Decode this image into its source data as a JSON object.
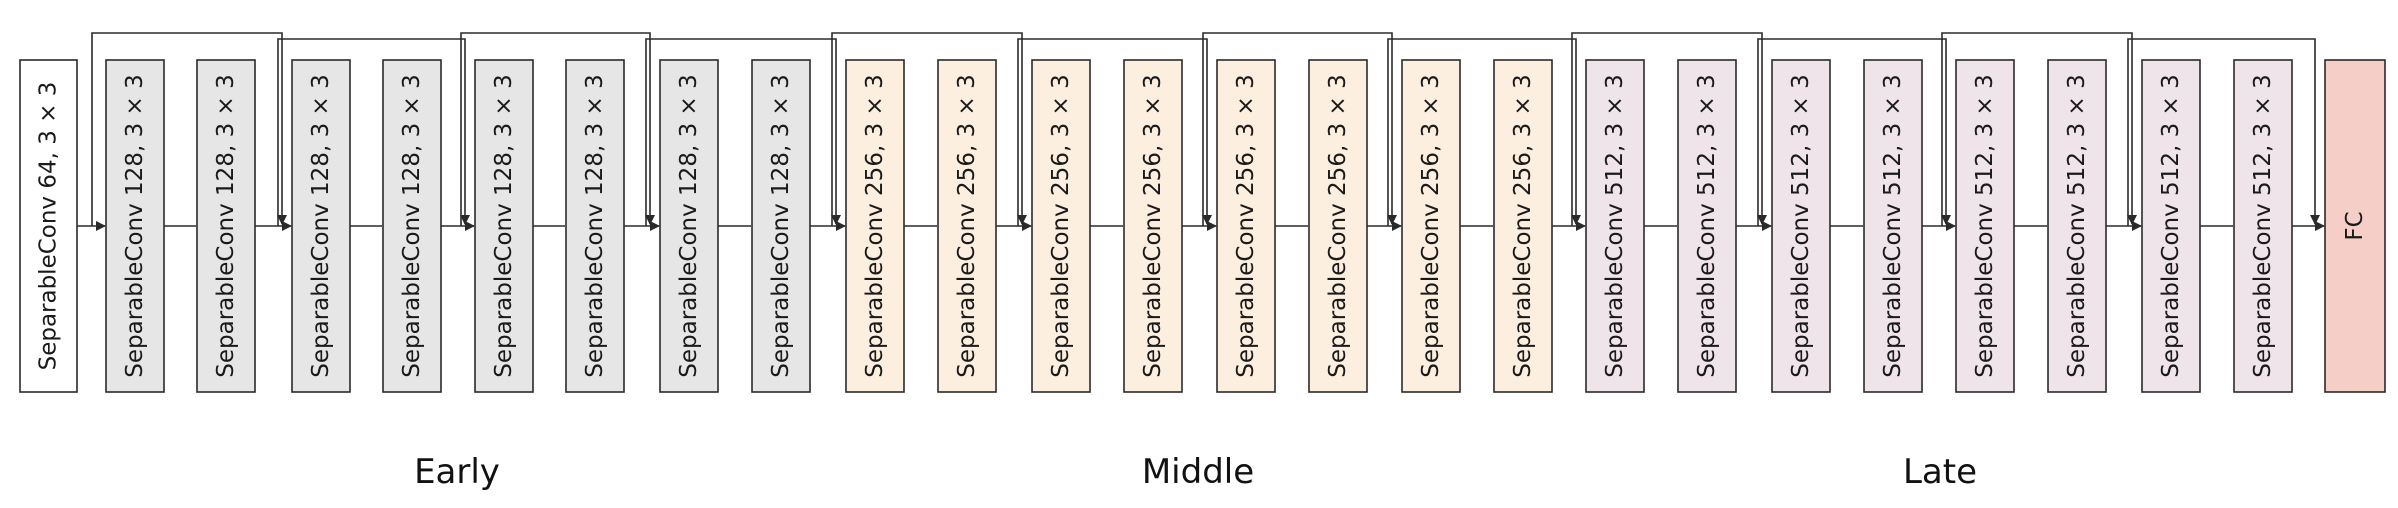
{
  "colors": {
    "input_block": "#ffffff",
    "early": "#e6e6e6",
    "middle": "#fdefe0",
    "late": "#efe4ea",
    "fc": "#f5cec7",
    "stroke": "#2a2a2a"
  },
  "blocks": [
    {
      "label": "SeparableConv 64, 3 × 3",
      "stage": "input"
    },
    {
      "label": "SeparableConv 128, 3 × 3",
      "stage": "early"
    },
    {
      "label": "SeparableConv 128, 3 × 3",
      "stage": "early"
    },
    {
      "label": "SeparableConv 128, 3 × 3",
      "stage": "early"
    },
    {
      "label": "SeparableConv 128, 3 × 3",
      "stage": "early"
    },
    {
      "label": "SeparableConv 128, 3 × 3",
      "stage": "early"
    },
    {
      "label": "SeparableConv 128, 3 × 3",
      "stage": "early"
    },
    {
      "label": "SeparableConv 128, 3 × 3",
      "stage": "early"
    },
    {
      "label": "SeparableConv 128, 3 × 3",
      "stage": "early"
    },
    {
      "label": "SeparableConv 256, 3 × 3",
      "stage": "middle"
    },
    {
      "label": "SeparableConv 256, 3 × 3",
      "stage": "middle"
    },
    {
      "label": "SeparableConv 256, 3 × 3",
      "stage": "middle"
    },
    {
      "label": "SeparableConv 256, 3 × 3",
      "stage": "middle"
    },
    {
      "label": "SeparableConv 256, 3 × 3",
      "stage": "middle"
    },
    {
      "label": "SeparableConv 256, 3 × 3",
      "stage": "middle"
    },
    {
      "label": "SeparableConv 256, 3 × 3",
      "stage": "middle"
    },
    {
      "label": "SeparableConv 256, 3 × 3",
      "stage": "middle"
    },
    {
      "label": "SeparableConv 512, 3 × 3",
      "stage": "late"
    },
    {
      "label": "SeparableConv 512, 3 × 3",
      "stage": "late"
    },
    {
      "label": "SeparableConv 512, 3 × 3",
      "stage": "late"
    },
    {
      "label": "SeparableConv 512, 3 × 3",
      "stage": "late"
    },
    {
      "label": "SeparableConv 512, 3 × 3",
      "stage": "late"
    },
    {
      "label": "SeparableConv 512, 3 × 3",
      "stage": "late"
    },
    {
      "label": "SeparableConv 512, 3 × 3",
      "stage": "late"
    },
    {
      "label": "SeparableConv 512, 3 × 3",
      "stage": "late"
    },
    {
      "label": "FC",
      "stage": "fc"
    }
  ],
  "stages": {
    "early": "Early",
    "middle": "Middle",
    "late": "Late"
  }
}
